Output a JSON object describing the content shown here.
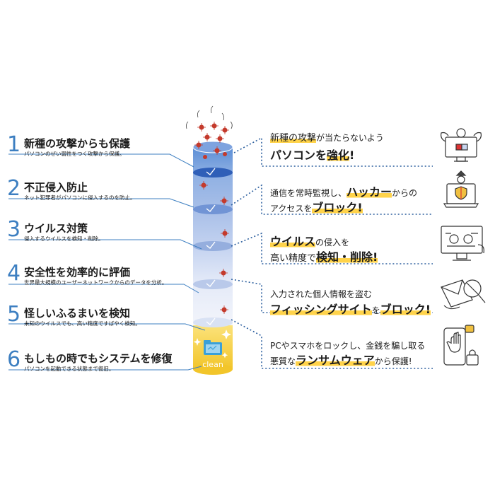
{
  "left_items": [
    {
      "number": "1",
      "title": "新種の攻撃からも保護",
      "subtitle": "パソコンのぜい弱性をつく攻撃から保護。"
    },
    {
      "number": "2",
      "title": "不正侵入防止",
      "subtitle": "ネット犯罪者がパソコンに侵入するのを防止。"
    },
    {
      "number": "3",
      "title": "ウイルス対策",
      "subtitle": "侵入するウイルスを検知・削除。"
    },
    {
      "number": "4",
      "title": "安全性を効率的に評価",
      "subtitle": "世界最大規模のユーザーネットワークからのデータを分析。"
    },
    {
      "number": "5",
      "title": "怪しいふるまいを検知",
      "subtitle": "未知のウイルスでも、高い精度ですばやく検知。"
    },
    {
      "number": "6",
      "title": "もしもの時でもシステムを修復",
      "subtitle": "パソコンを起動できる状態まで復旧。"
    }
  ],
  "right_items": [
    {
      "l1a": "新種の攻撃",
      "l1b": "が当たらないよう",
      "l2a": "パソコンを",
      "l2b": "強化",
      "l2c": "!"
    },
    {
      "l1a": "通信を常時監視し、",
      "l1b": "ハッカー",
      "l1c": "からの",
      "l2a": "アクセスを",
      "l2b": "ブロック!"
    },
    {
      "l1a": "ウイルス",
      "l1b": "の侵入を",
      "l2a": "高い精度で",
      "l2b": "検知・削除!"
    },
    {
      "l1a": "入力された個人情報を盗む",
      "l2a": "フィッシングサイト",
      "l2b": "を",
      "l2c": "ブロック!"
    },
    {
      "l1a": "PCやスマホをロックし、金銭を騙し取る",
      "l2a": "悪質な",
      "l2b": "ランサムウェア",
      "l2c": "から保護!"
    }
  ],
  "pipe": {
    "bottom_label": "clean"
  },
  "colors": {
    "accent": "#3d7fc1",
    "highlight": "#ffd34a",
    "virus": "#c43a2c",
    "clean": "#f5cf3c",
    "pipe_top": "#4a7fd0",
    "dotted": "#2b5e9e"
  },
  "icons": [
    "strongman-monitor-icon",
    "hacker-laptop-shield-icon",
    "virus-scan-monitor-icon",
    "phishing-envelope-icon",
    "ransomware-phone-lock-icon"
  ]
}
